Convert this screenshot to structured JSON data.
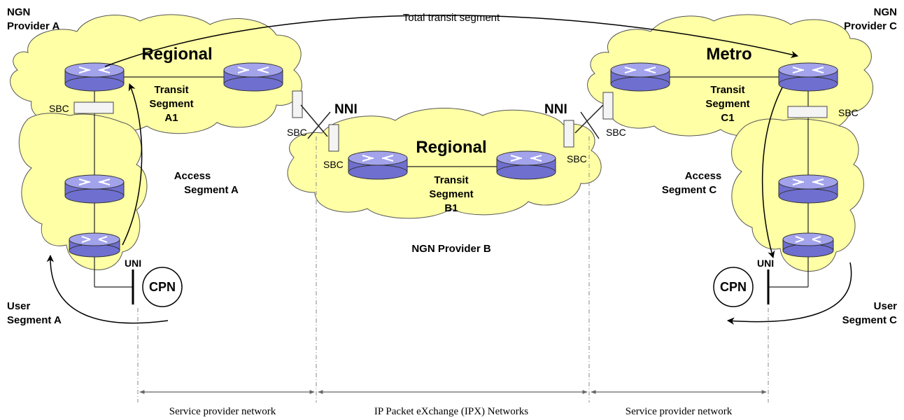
{
  "labels": {
    "ngn_provider_a_line1": "NGN",
    "ngn_provider_a_line2": "Provider A",
    "ngn_provider_c_line1": "NGN",
    "ngn_provider_c_line2": "Provider C",
    "total_transit_segment": "Total transit segment",
    "regional_a": "Regional",
    "metro_c": "Metro",
    "regional_b": "Regional",
    "transit_a1_line1": "Transit",
    "transit_a1_line2": "Segment",
    "transit_a1_line3": "A1",
    "transit_b1_line1": "Transit",
    "transit_b1_line2": "Segment",
    "transit_b1_line3": "B1",
    "transit_c1_line1": "Transit",
    "transit_c1_line2": "Segment",
    "transit_c1_line3": "C1",
    "access_a_line1": "Access",
    "access_a_line2": "Segment A",
    "access_c_line1": "Access",
    "access_c_line2": "Segment C",
    "user_a_line1": "User",
    "user_a_line2": "Segment A",
    "user_c_line1": "User",
    "user_c_line2": "Segment C",
    "ngn_provider_b": "NGN Provider B",
    "nni": "NNI",
    "uni": "UNI",
    "cpn": "CPN",
    "sbc": "SBC",
    "service_provider_network": "Service provider network",
    "ipx_networks": "IP Packet eXchange (IPX) Networks"
  },
  "colors": {
    "cloud_fill": "#ffffa6",
    "router_fill": "#7b7bd9",
    "router_top": "#9f9fea",
    "line": "#000000",
    "dim_line": "#888888"
  }
}
